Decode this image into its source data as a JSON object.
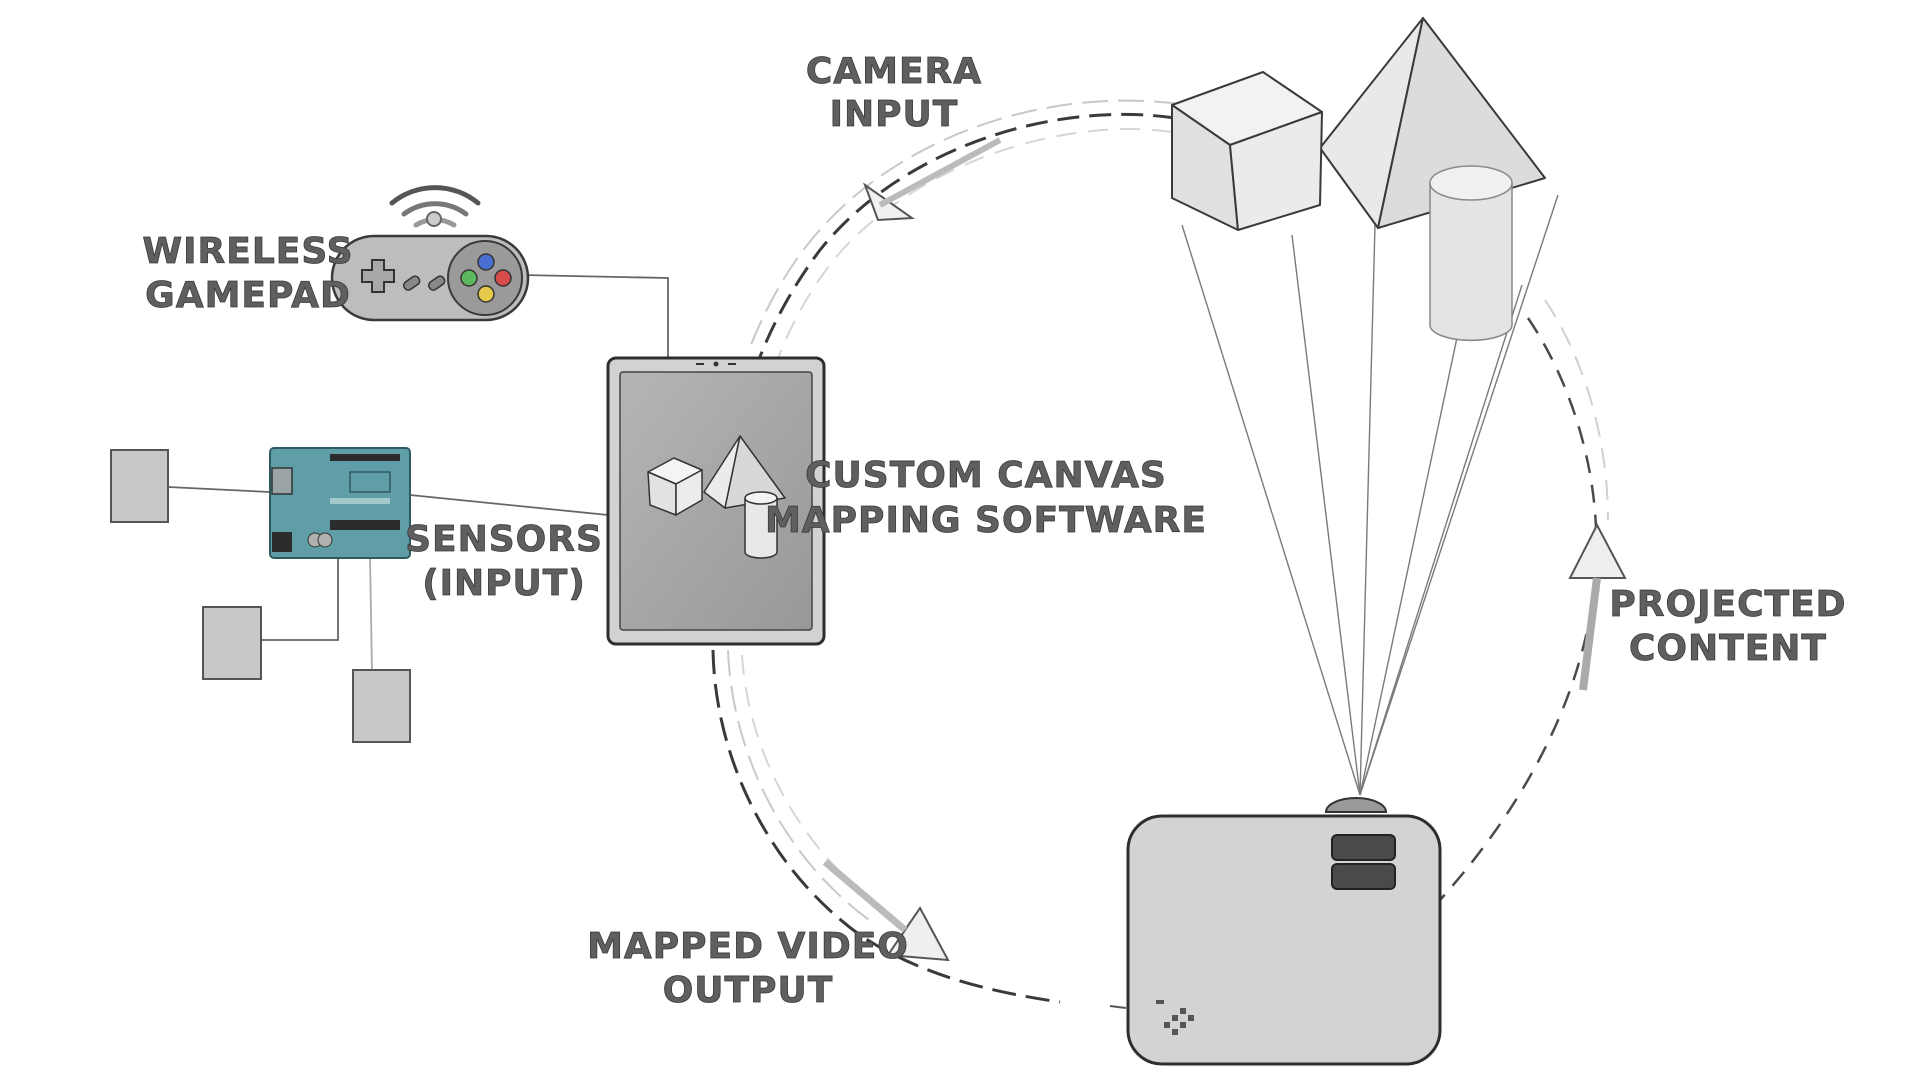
{
  "labels": {
    "camera_line1": "CAMERA",
    "camera_line2": "INPUT",
    "gamepad_line1": "WIRELESS",
    "gamepad_line2": "GAMEPAD",
    "software_line1": "CUSTOM CANVAS",
    "software_line2": "MAPPING SOFTWARE",
    "sensors_line1": "SENSORS",
    "sensors_line2": "(INPUT)",
    "projected_line1": "PROJECTED",
    "projected_line2": "CONTENT",
    "video_line1": "MAPPED VIDEO",
    "video_line2": "OUTPUT"
  },
  "colors": {
    "background": "#ffffff",
    "ink": "#3a3a3a",
    "label_fill": "#5f5f5f",
    "shape_fill": "#e6e6e6",
    "device_fill": "#d4d4d4",
    "screen_fill": "#a8a8a8",
    "board_teal": "#5f9ea6",
    "button_blue": "#4a6fd0",
    "button_red": "#d84b4b",
    "button_green": "#5cb85c",
    "button_yellow": "#e6c84a"
  },
  "icons": [
    "tablet-icon",
    "gamepad-icon",
    "wireless-signal-icon",
    "arduino-board-icon",
    "sensor-icon",
    "projector-icon",
    "cube-shape",
    "pyramid-shape",
    "cylinder-shape",
    "arrow-icon"
  ]
}
